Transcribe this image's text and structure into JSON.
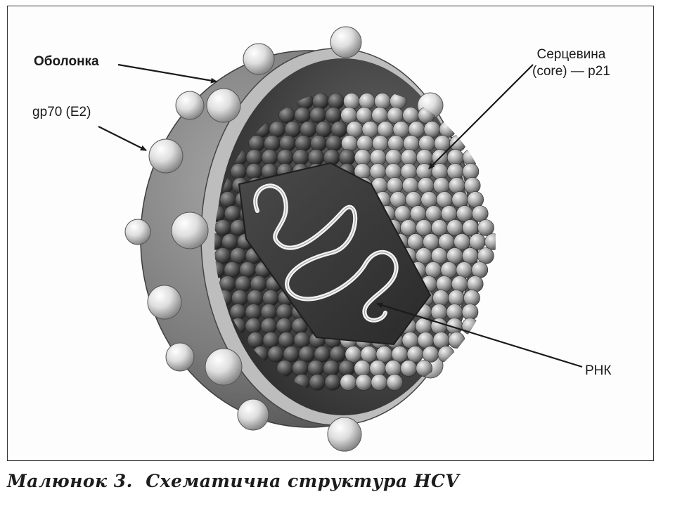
{
  "labels": {
    "envelope": "Оболонка",
    "gp70": "gp70 (E2)",
    "core_line1": "Серцевина",
    "core_line2": "(core) — p21",
    "rna": "РНК"
  },
  "caption": {
    "number": "Малюнок 3.",
    "title": "Схематична структура HCV"
  },
  "colors": {
    "envelope_outer": "#8c8c8c",
    "envelope_inner": "#4a4a4a",
    "capsomer_light": "#d2d2d2",
    "capsomer_dark": "#3a3a3a",
    "spike": "#e6e6e6",
    "rna": "#f4f4f4"
  }
}
